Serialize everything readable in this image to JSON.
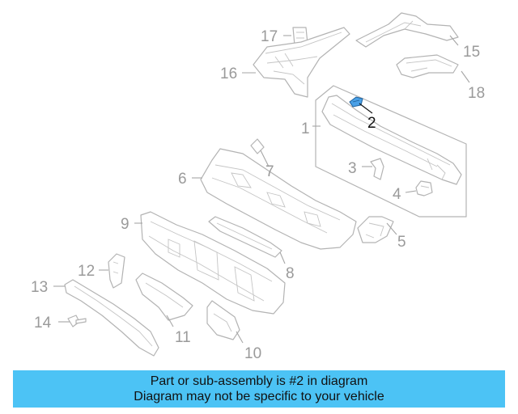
{
  "colors": {
    "highlight_part": "#4aa0e6",
    "banner_background": "#4cc3f5",
    "line": "#b3b3b3",
    "label": "#9a9a9a",
    "label_highlight": "#111111"
  },
  "callouts": {
    "c1": "1",
    "c2": "2",
    "c3": "3",
    "c4": "4",
    "c5": "5",
    "c6": "6",
    "c7": "7",
    "c8": "8",
    "c9": "9",
    "c10": "10",
    "c11": "11",
    "c12": "12",
    "c13": "13",
    "c14": "14",
    "c15": "15",
    "c16": "16",
    "c17": "17",
    "c18": "18"
  },
  "highlighted_part": "2",
  "banner": {
    "line1": "Part or sub-assembly is #2 in diagram",
    "line2": "Diagram may not be specific to your vehicle"
  }
}
